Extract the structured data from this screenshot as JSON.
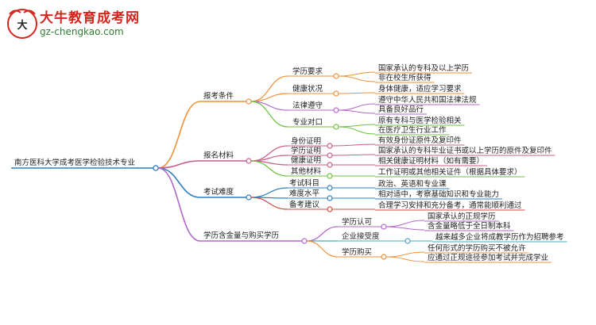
{
  "brand": {
    "title": "大牛教育成考网",
    "url": "gz-chengkao.com",
    "logo_char": "大牛"
  },
  "root": "南方医科大学成考医学检验技术专业",
  "branches": [
    {
      "label": "报考条件",
      "color": "#f0913a",
      "children": [
        {
          "label": "学历要求",
          "color": "#f0913a",
          "leaves": [
            "国家承认的专科及以上学历",
            "非在校生所获得"
          ]
        },
        {
          "label": "健康状况",
          "color": "#f0913a",
          "leaves": [
            "身体健康，适应学习要求"
          ]
        },
        {
          "label": "法律遵守",
          "color": "#b268c9",
          "leaves": [
            "遵守中华人民共和国法律法规",
            "具备良好品行"
          ]
        },
        {
          "label": "专业对口",
          "color": "#6cc23e",
          "leaves": [
            "原有专科与医学检验相关",
            "在医疗卫生行业工作"
          ]
        }
      ]
    },
    {
      "label": "报名材料",
      "color": "#c95c8a",
      "children": [
        {
          "label": "身份证明",
          "color": "#c95c8a",
          "leaves": [
            "有效身份证原件及复印件"
          ]
        },
        {
          "label": "学历证明",
          "color": "#c95c8a",
          "leaves": [
            "国家承认的专科毕业证书或以上学历的原件及复印件"
          ]
        },
        {
          "label": "健康证明",
          "color": "#c95c8a",
          "leaves": [
            "相关健康证明材料（如有需要）"
          ]
        },
        {
          "label": "其他材料",
          "color": "#6cc23e",
          "leaves": [
            "工作证明或其他相关证件（根据具体要求）"
          ]
        }
      ]
    },
    {
      "label": "考试难度",
      "color": "#2f7fc1",
      "children": [
        {
          "label": "考试科目",
          "color": "#2f7fc1",
          "leaves": [
            "政治、英语和专业课"
          ]
        },
        {
          "label": "难度水平",
          "color": "#2f7fc1",
          "leaves": [
            "相对适中，考察基础知识和专业能力"
          ]
        },
        {
          "label": "备考建议",
          "color": "#d44a3c",
          "leaves": [
            "合理学习安排和充分备考，通常能顺利通过"
          ]
        }
      ]
    },
    {
      "label": "学历含金量与购买学历",
      "color": "#b268c9",
      "children": [
        {
          "label": "学历认可",
          "color": "#b268c9",
          "leaves": [
            "国家承认的正规学历",
            "含金量略低于全日制本科"
          ]
        },
        {
          "label": "企业接受度",
          "color": "#4aa8b8",
          "leaves": [
            "越来越多企业将成教学历作为招聘参考"
          ]
        },
        {
          "label": "学历购买",
          "color": "#f0913a",
          "leaves": [
            "任何形式的学历购买不被允许",
            "应通过正规途径参加考试并完成学业"
          ]
        }
      ]
    }
  ]
}
